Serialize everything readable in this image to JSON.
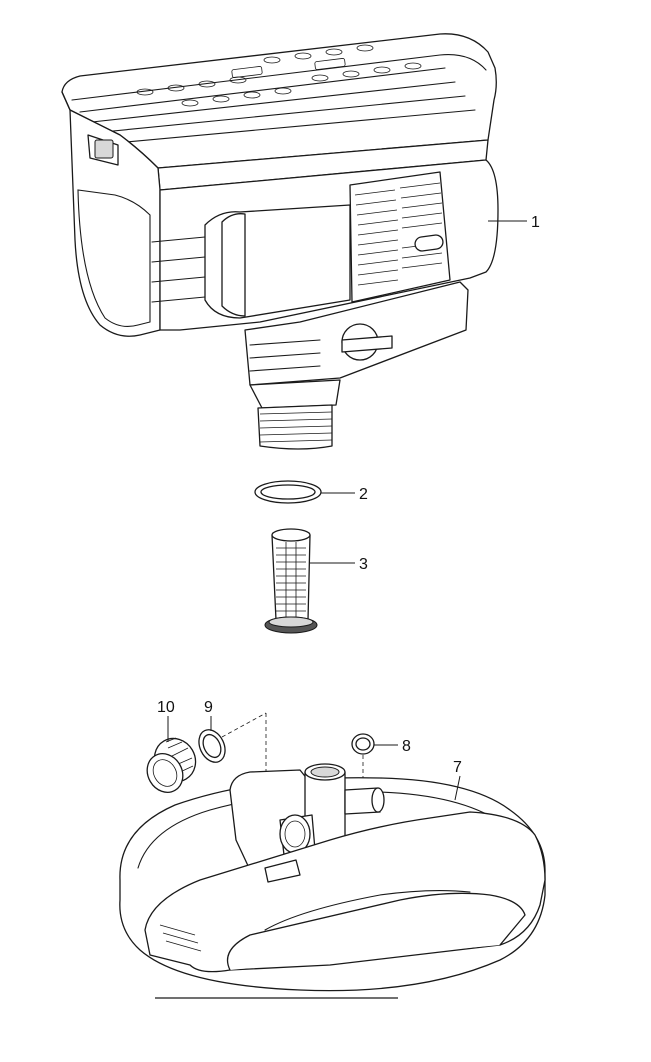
{
  "callouts": [
    "1",
    "2",
    "3",
    "7",
    "8",
    "9",
    "10"
  ]
}
